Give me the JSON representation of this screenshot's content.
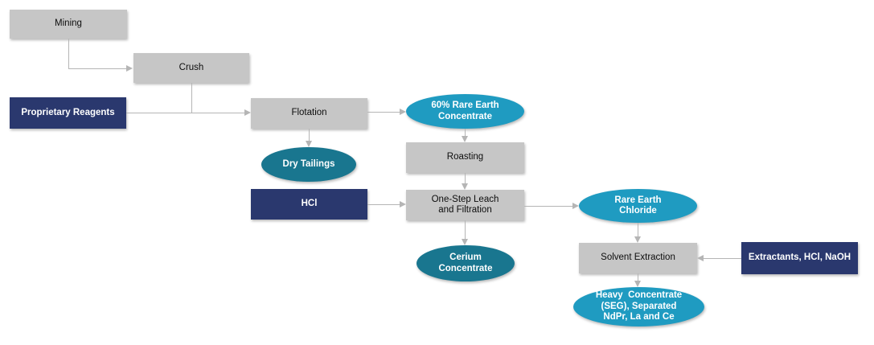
{
  "diagram_type": "flowchart",
  "nodes": {
    "mining": {
      "label": "Mining",
      "shape": "rect",
      "role": "process"
    },
    "crush": {
      "label": "Crush",
      "shape": "rect",
      "role": "process"
    },
    "proprietary": {
      "label": "Proprietary Reagents",
      "shape": "rect",
      "role": "reagent-input"
    },
    "flotation": {
      "label": "Flotation",
      "shape": "rect",
      "role": "process"
    },
    "re60": {
      "label": "60% Rare Earth\nConcentrate",
      "shape": "ellipse",
      "role": "product"
    },
    "tailings": {
      "label": "Dry Tailings",
      "shape": "ellipse",
      "role": "byproduct"
    },
    "roasting": {
      "label": "Roasting",
      "shape": "rect",
      "role": "process"
    },
    "hcl": {
      "label": "HCl",
      "shape": "rect",
      "role": "reagent-input"
    },
    "leach": {
      "label": "One-Step Leach\nand Filtration",
      "shape": "rect",
      "role": "process"
    },
    "chloride": {
      "label": "Rare Earth\nChloride",
      "shape": "ellipse",
      "role": "product"
    },
    "cerium": {
      "label": "Cerium\nConcentrate",
      "shape": "ellipse",
      "role": "byproduct"
    },
    "solvent": {
      "label": "Solvent Extraction",
      "shape": "rect",
      "role": "process"
    },
    "extractants": {
      "label": "Extractants, HCl, NaOH",
      "shape": "rect",
      "role": "reagent-input"
    },
    "heavy": {
      "label": "Heavy  Concentrate\n(SEG), Separated\nNdPr, La and Ce",
      "shape": "ellipse",
      "role": "product"
    }
  },
  "edges": [
    {
      "from": "mining",
      "to": "crush"
    },
    {
      "from": "crush",
      "to": "flotation"
    },
    {
      "from": "proprietary",
      "to": "flotation"
    },
    {
      "from": "flotation",
      "to": "re60"
    },
    {
      "from": "flotation",
      "to": "tailings"
    },
    {
      "from": "re60",
      "to": "roasting"
    },
    {
      "from": "roasting",
      "to": "leach"
    },
    {
      "from": "hcl",
      "to": "leach"
    },
    {
      "from": "leach",
      "to": "chloride"
    },
    {
      "from": "leach",
      "to": "cerium"
    },
    {
      "from": "chloride",
      "to": "solvent"
    },
    {
      "from": "extractants",
      "to": "solvent"
    },
    {
      "from": "solvent",
      "to": "heavy"
    }
  ],
  "colors": {
    "process_fill": "#c6c6c6",
    "reagent_fill": "#2a386e",
    "product_fill": "#1f9bc1",
    "byproduct_fill": "#19768f",
    "connector": "#b5b5b5",
    "process_text": "#0d0d0d",
    "inverse_text": "#ffffff",
    "background": "#ffffff"
  }
}
